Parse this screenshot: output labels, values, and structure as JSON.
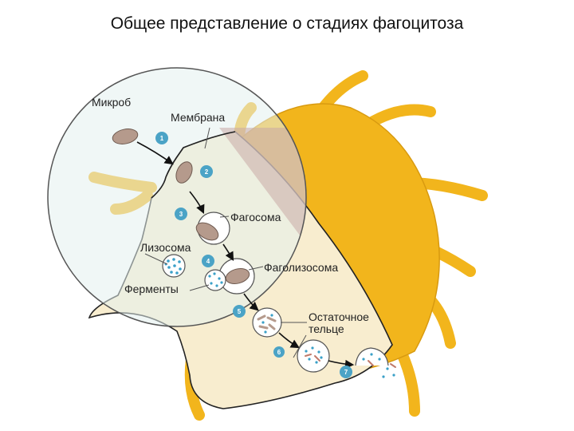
{
  "title": "Общее представление о стадиях фагоцитоза",
  "labels": {
    "microbe": "Микроб",
    "membrane": "Мембрана",
    "phagosome": "Фагосома",
    "lysosome": "Лизосома",
    "enzymes": "Ферменты",
    "phagolysosome": "Фаголизосома",
    "residual_line1": "Остаточное",
    "residual_line2": "тельце"
  },
  "steps": [
    "1",
    "2",
    "3",
    "4",
    "5",
    "6",
    "7"
  ],
  "colors": {
    "cell_yellow": "#f2b51c",
    "cell_cream": "#f8edcf",
    "magnifier_fill": "#e3f0ee",
    "membrane_shade": "#c9a9a6",
    "microbe": "#b59a8c",
    "step_badge": "#4ba3c6",
    "enzyme_dots": "#3aa0c8"
  }
}
